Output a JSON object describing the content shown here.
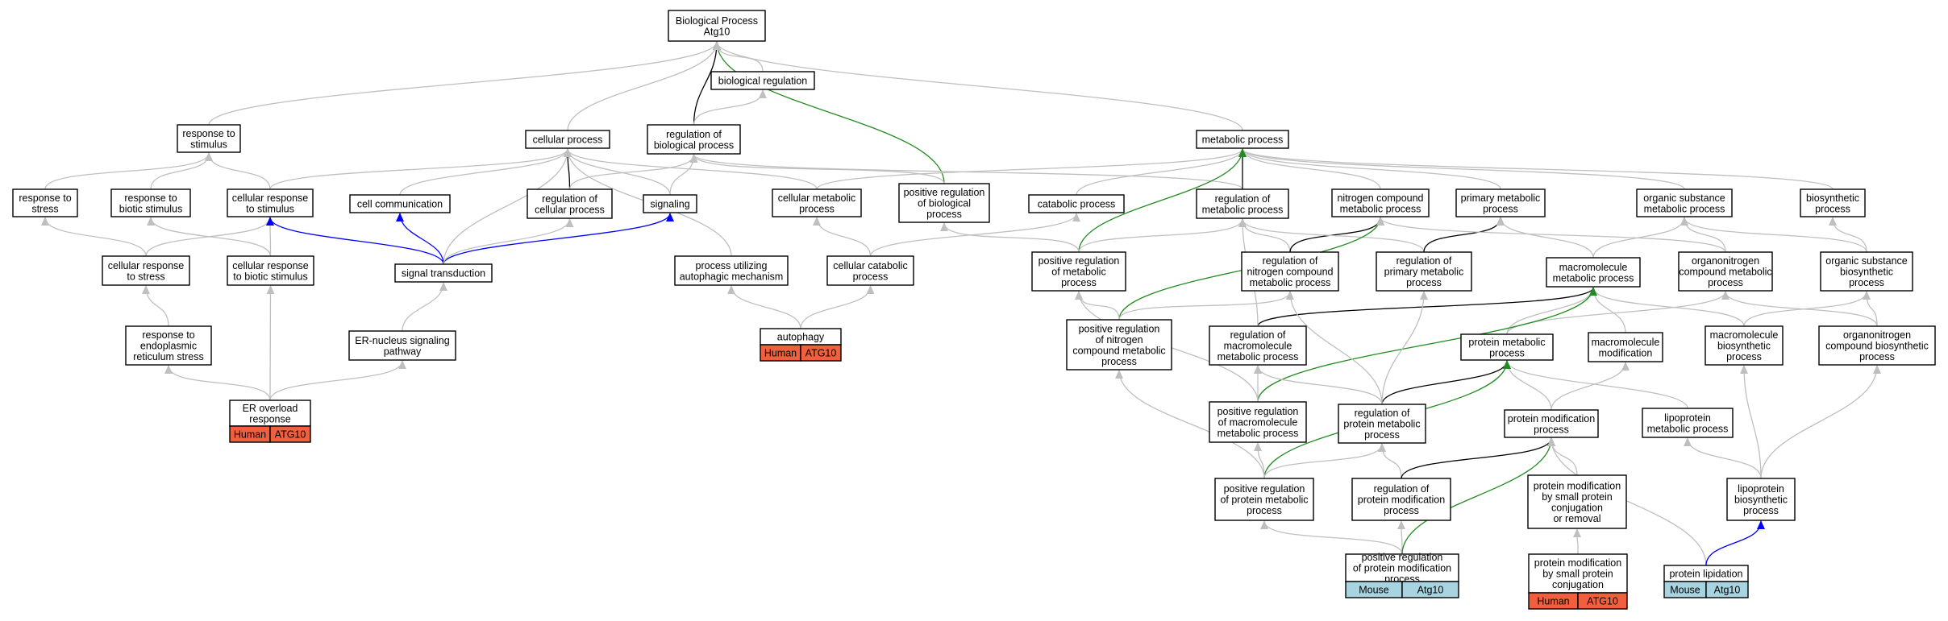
{
  "graph": {
    "colors": {
      "gray_edge": "#bfbfbf",
      "black_edge": "#000000",
      "blue_edge": "#0000ff",
      "green_edge": "#228b22",
      "human_fill": "#f0603f",
      "mouse_fill": "#a8d4e2"
    },
    "nodes": [
      {
        "id": "bp",
        "lines": [
          "Biological Process",
          "Atg10"
        ]
      },
      {
        "id": "bioreg",
        "lines": [
          "biological regulation"
        ]
      },
      {
        "id": "resp_stim",
        "lines": [
          "response to",
          "stimulus"
        ]
      },
      {
        "id": "cell_proc",
        "lines": [
          "cellular process"
        ]
      },
      {
        "id": "reg_bio",
        "lines": [
          "regulation of",
          "biological process"
        ]
      },
      {
        "id": "metab",
        "lines": [
          "metabolic process"
        ]
      },
      {
        "id": "resp_stress",
        "lines": [
          "response to",
          "stress"
        ]
      },
      {
        "id": "resp_biotic",
        "lines": [
          "response to",
          "biotic stimulus"
        ]
      },
      {
        "id": "cell_resp_stim",
        "lines": [
          "cellular response",
          "to stimulus"
        ]
      },
      {
        "id": "cell_comm",
        "lines": [
          "cell communication"
        ]
      },
      {
        "id": "reg_cell_proc",
        "lines": [
          "regulation of",
          "cellular process"
        ]
      },
      {
        "id": "signaling",
        "lines": [
          "signaling"
        ]
      },
      {
        "id": "cell_metab",
        "lines": [
          "cellular metabolic",
          "process"
        ]
      },
      {
        "id": "pos_reg_bio",
        "lines": [
          "positive regulation",
          "of biological",
          "process"
        ]
      },
      {
        "id": "catab",
        "lines": [
          "catabolic process"
        ]
      },
      {
        "id": "reg_metab",
        "lines": [
          "regulation of",
          "metabolic process"
        ]
      },
      {
        "id": "nitro",
        "lines": [
          "nitrogen compound",
          "metabolic process"
        ]
      },
      {
        "id": "prim",
        "lines": [
          "primary metabolic",
          "process"
        ]
      },
      {
        "id": "org_sub",
        "lines": [
          "organic substance",
          "metabolic process"
        ]
      },
      {
        "id": "biosyn",
        "lines": [
          "biosynthetic",
          "process"
        ]
      },
      {
        "id": "cell_resp_stress",
        "lines": [
          "cellular response",
          "to stress"
        ]
      },
      {
        "id": "cell_resp_biotic",
        "lines": [
          "cellular response",
          "to biotic stimulus"
        ]
      },
      {
        "id": "sig_trans",
        "lines": [
          "signal transduction"
        ]
      },
      {
        "id": "autoph_mech",
        "lines": [
          "process utilizing",
          "autophagic mechanism"
        ]
      },
      {
        "id": "cell_catab",
        "lines": [
          "cellular catabolic",
          "process"
        ]
      },
      {
        "id": "pos_reg_metab",
        "lines": [
          "positive regulation",
          "of metabolic",
          "process"
        ]
      },
      {
        "id": "reg_nitro",
        "lines": [
          "regulation of",
          "nitrogen compound",
          "metabolic process"
        ]
      },
      {
        "id": "reg_prim",
        "lines": [
          "regulation of",
          "primary metabolic",
          "process"
        ]
      },
      {
        "id": "macro_metab",
        "lines": [
          "macromolecule",
          "metabolic process"
        ]
      },
      {
        "id": "organonit",
        "lines": [
          "organonitrogen",
          "compound metabolic",
          "process"
        ]
      },
      {
        "id": "org_sub_bio",
        "lines": [
          "organic substance",
          "biosynthetic",
          "process"
        ]
      },
      {
        "id": "resp_er",
        "lines": [
          "response to",
          "endoplasmic",
          "reticulum stress"
        ]
      },
      {
        "id": "er_nuc",
        "lines": [
          "ER-nucleus signaling",
          "pathway"
        ]
      },
      {
        "id": "autophagy",
        "lines": [
          "autophagy"
        ],
        "badge": {
          "species": "Human",
          "gene": "ATG10",
          "kind": "human"
        }
      },
      {
        "id": "pos_reg_nitro",
        "lines": [
          "positive regulation",
          "of nitrogen",
          "compound metabolic",
          "process"
        ]
      },
      {
        "id": "reg_macro",
        "lines": [
          "regulation of",
          "macromolecule",
          "metabolic process"
        ]
      },
      {
        "id": "prot_metab",
        "lines": [
          "protein metabolic",
          "process"
        ]
      },
      {
        "id": "macro_mod",
        "lines": [
          "macromolecule",
          "modification"
        ]
      },
      {
        "id": "macro_bio",
        "lines": [
          "macromolecule",
          "biosynthetic",
          "process"
        ]
      },
      {
        "id": "organonit_bio",
        "lines": [
          "organonitrogen",
          "compound biosynthetic",
          "process"
        ]
      },
      {
        "id": "er_overload",
        "lines": [
          "ER overload",
          "response"
        ],
        "badge": {
          "species": "Human",
          "gene": "ATG10",
          "kind": "human"
        }
      },
      {
        "id": "pos_reg_macro",
        "lines": [
          "positive regulation",
          "of macromolecule",
          "metabolic process"
        ]
      },
      {
        "id": "reg_prot_metab",
        "lines": [
          "regulation of",
          "protein metabolic",
          "process"
        ]
      },
      {
        "id": "prot_mod",
        "lines": [
          "protein modification",
          "process"
        ]
      },
      {
        "id": "lipoprot_metab",
        "lines": [
          "lipoprotein",
          "metabolic process"
        ]
      },
      {
        "id": "pos_reg_prot_metab",
        "lines": [
          "positive regulation",
          "of protein metabolic",
          "process"
        ]
      },
      {
        "id": "reg_prot_mod",
        "lines": [
          "regulation of",
          "protein modification",
          "process"
        ]
      },
      {
        "id": "prot_mod_small",
        "lines": [
          "protein modification",
          "by small protein",
          "conjugation",
          "or removal"
        ]
      },
      {
        "id": "lipoprot_bio",
        "lines": [
          "lipoprotein",
          "biosynthetic",
          "process"
        ]
      },
      {
        "id": "pos_reg_prot_mod",
        "lines": [
          "positive regulation",
          "of protein modification",
          "process"
        ],
        "badge": {
          "species": "Mouse",
          "gene": "Atg10",
          "kind": "mouse"
        }
      },
      {
        "id": "prot_mod_conj",
        "lines": [
          "protein modification",
          "by small protein",
          "conjugation"
        ],
        "badge": {
          "species": "Human",
          "gene": "ATG10",
          "kind": "human"
        }
      },
      {
        "id": "prot_lipid",
        "lines": [
          "protein lipidation"
        ],
        "badge": {
          "species": "Mouse",
          "gene": "Atg10",
          "kind": "mouse"
        }
      }
    ],
    "edges": [
      {
        "from": "bioreg",
        "to": "bp",
        "color": "gray"
      },
      {
        "from": "resp_stim",
        "to": "bp",
        "color": "gray"
      },
      {
        "from": "cell_proc",
        "to": "bp",
        "color": "gray"
      },
      {
        "from": "reg_bio",
        "to": "bp",
        "color": "black"
      },
      {
        "from": "pos_reg_bio",
        "to": "bp",
        "color": "green"
      },
      {
        "from": "metab",
        "to": "bp",
        "color": "gray"
      },
      {
        "from": "reg_bio",
        "to": "bioreg",
        "color": "gray"
      },
      {
        "from": "resp_stress",
        "to": "resp_stim",
        "color": "gray"
      },
      {
        "from": "resp_biotic",
        "to": "resp_stim",
        "color": "gray"
      },
      {
        "from": "cell_resp_stim",
        "to": "resp_stim",
        "color": "gray"
      },
      {
        "from": "cell_resp_stim",
        "to": "cell_proc",
        "color": "gray"
      },
      {
        "from": "cell_comm",
        "to": "cell_proc",
        "color": "gray"
      },
      {
        "from": "reg_cell_proc",
        "to": "cell_proc",
        "color": "black"
      },
      {
        "from": "signaling",
        "to": "cell_proc",
        "color": "gray"
      },
      {
        "from": "cell_metab",
        "to": "cell_proc",
        "color": "gray"
      },
      {
        "from": "sig_trans",
        "to": "cell_proc",
        "color": "gray"
      },
      {
        "from": "autoph_mech",
        "to": "cell_proc",
        "color": "gray"
      },
      {
        "from": "reg_cell_proc",
        "to": "reg_bio",
        "color": "gray"
      },
      {
        "from": "signaling",
        "to": "reg_bio",
        "color": "gray"
      },
      {
        "from": "pos_reg_bio",
        "to": "reg_bio",
        "color": "gray"
      },
      {
        "from": "reg_metab",
        "to": "reg_bio",
        "color": "gray"
      },
      {
        "from": "cell_metab",
        "to": "metab",
        "color": "gray"
      },
      {
        "from": "catab",
        "to": "metab",
        "color": "gray"
      },
      {
        "from": "reg_metab",
        "to": "metab",
        "color": "black"
      },
      {
        "from": "nitro",
        "to": "metab",
        "color": "gray"
      },
      {
        "from": "prim",
        "to": "metab",
        "color": "gray"
      },
      {
        "from": "org_sub",
        "to": "metab",
        "color": "gray"
      },
      {
        "from": "biosyn",
        "to": "metab",
        "color": "gray"
      },
      {
        "from": "pos_reg_metab",
        "to": "metab",
        "color": "green"
      },
      {
        "from": "cell_resp_stress",
        "to": "resp_stress",
        "color": "gray"
      },
      {
        "from": "cell_resp_stress",
        "to": "cell_resp_stim",
        "color": "gray"
      },
      {
        "from": "cell_resp_biotic",
        "to": "resp_biotic",
        "color": "gray"
      },
      {
        "from": "cell_resp_biotic",
        "to": "cell_resp_stim",
        "color": "gray"
      },
      {
        "from": "sig_trans",
        "to": "cell_resp_stim",
        "color": "blue"
      },
      {
        "from": "sig_trans",
        "to": "cell_comm",
        "color": "blue"
      },
      {
        "from": "sig_trans",
        "to": "signaling",
        "color": "blue"
      },
      {
        "from": "sig_trans",
        "to": "reg_cell_proc",
        "color": "gray"
      },
      {
        "from": "cell_catab",
        "to": "cell_metab",
        "color": "gray"
      },
      {
        "from": "cell_catab",
        "to": "catab",
        "color": "gray"
      },
      {
        "from": "pos_reg_metab",
        "to": "pos_reg_bio",
        "color": "gray"
      },
      {
        "from": "pos_reg_metab",
        "to": "reg_metab",
        "color": "gray"
      },
      {
        "from": "reg_nitro",
        "to": "reg_metab",
        "color": "gray"
      },
      {
        "from": "reg_nitro",
        "to": "nitro",
        "color": "black"
      },
      {
        "from": "reg_prim",
        "to": "reg_metab",
        "color": "gray"
      },
      {
        "from": "reg_prim",
        "to": "prim",
        "color": "black"
      },
      {
        "from": "pos_reg_nitro",
        "to": "nitro",
        "color": "green"
      },
      {
        "from": "pos_reg_nitro",
        "to": "pos_reg_metab",
        "color": "gray"
      },
      {
        "from": "pos_reg_nitro",
        "to": "reg_nitro",
        "color": "gray"
      },
      {
        "from": "macro_metab",
        "to": "org_sub",
        "color": "gray"
      },
      {
        "from": "macro_metab",
        "to": "prim",
        "color": "gray"
      },
      {
        "from": "organonit",
        "to": "org_sub",
        "color": "gray"
      },
      {
        "from": "organonit",
        "to": "nitro",
        "color": "gray"
      },
      {
        "from": "org_sub_bio",
        "to": "org_sub",
        "color": "gray"
      },
      {
        "from": "org_sub_bio",
        "to": "biosyn",
        "color": "gray"
      },
      {
        "from": "resp_er",
        "to": "cell_resp_stress",
        "color": "gray"
      },
      {
        "from": "er_nuc",
        "to": "sig_trans",
        "color": "gray"
      },
      {
        "from": "autophagy",
        "to": "autoph_mech",
        "color": "gray"
      },
      {
        "from": "autophagy",
        "to": "cell_catab",
        "color": "gray"
      },
      {
        "from": "er_overload",
        "to": "resp_er",
        "color": "gray"
      },
      {
        "from": "er_overload",
        "to": "cell_resp_biotic",
        "color": "gray"
      },
      {
        "from": "er_overload",
        "to": "er_nuc",
        "color": "gray"
      },
      {
        "from": "reg_macro",
        "to": "macro_metab",
        "color": "black"
      },
      {
        "from": "reg_macro",
        "to": "reg_metab",
        "color": "gray"
      },
      {
        "from": "prot_metab",
        "to": "macro_metab",
        "color": "gray"
      },
      {
        "from": "prot_metab",
        "to": "organonit",
        "color": "gray"
      },
      {
        "from": "macro_mod",
        "to": "macro_metab",
        "color": "gray"
      },
      {
        "from": "macro_bio",
        "to": "macro_metab",
        "color": "gray"
      },
      {
        "from": "macro_bio",
        "to": "org_sub_bio",
        "color": "gray"
      },
      {
        "from": "organonit_bio",
        "to": "organonit",
        "color": "gray"
      },
      {
        "from": "organonit_bio",
        "to": "org_sub_bio",
        "color": "gray"
      },
      {
        "from": "pos_reg_macro",
        "to": "macro_metab",
        "color": "green"
      },
      {
        "from": "pos_reg_macro",
        "to": "reg_macro",
        "color": "gray"
      },
      {
        "from": "pos_reg_macro",
        "to": "pos_reg_metab",
        "color": "gray"
      },
      {
        "from": "reg_prot_metab",
        "to": "prot_metab",
        "color": "black"
      },
      {
        "from": "reg_prot_metab",
        "to": "reg_macro",
        "color": "gray"
      },
      {
        "from": "reg_prot_metab",
        "to": "reg_nitro",
        "color": "gray"
      },
      {
        "from": "reg_prot_metab",
        "to": "reg_prim",
        "color": "gray"
      },
      {
        "from": "prot_mod",
        "to": "prot_metab",
        "color": "gray"
      },
      {
        "from": "prot_mod",
        "to": "macro_mod",
        "color": "gray"
      },
      {
        "from": "lipoprot_metab",
        "to": "prot_metab",
        "color": "gray"
      },
      {
        "from": "pos_reg_prot_metab",
        "to": "prot_metab",
        "color": "green"
      },
      {
        "from": "pos_reg_prot_metab",
        "to": "pos_reg_macro",
        "color": "gray"
      },
      {
        "from": "pos_reg_prot_metab",
        "to": "reg_prot_metab",
        "color": "gray"
      },
      {
        "from": "pos_reg_prot_metab",
        "to": "pos_reg_nitro",
        "color": "gray"
      },
      {
        "from": "reg_prot_mod",
        "to": "reg_prot_metab",
        "color": "gray"
      },
      {
        "from": "reg_prot_mod",
        "to": "prot_mod",
        "color": "black"
      },
      {
        "from": "prot_mod_small",
        "to": "prot_mod",
        "color": "gray"
      },
      {
        "from": "lipoprot_bio",
        "to": "lipoprot_metab",
        "color": "gray"
      },
      {
        "from": "lipoprot_bio",
        "to": "macro_bio",
        "color": "gray"
      },
      {
        "from": "lipoprot_bio",
        "to": "organonit_bio",
        "color": "gray"
      },
      {
        "from": "pos_reg_prot_mod",
        "to": "pos_reg_prot_metab",
        "color": "gray"
      },
      {
        "from": "pos_reg_prot_mod",
        "to": "reg_prot_mod",
        "color": "gray"
      },
      {
        "from": "pos_reg_prot_mod",
        "to": "prot_mod",
        "color": "green"
      },
      {
        "from": "prot_mod_conj",
        "to": "prot_mod_small",
        "color": "gray"
      },
      {
        "from": "prot_lipid",
        "to": "prot_mod",
        "color": "gray"
      },
      {
        "from": "prot_lipid",
        "to": "lipoprot_bio",
        "color": "blue"
      }
    ]
  }
}
